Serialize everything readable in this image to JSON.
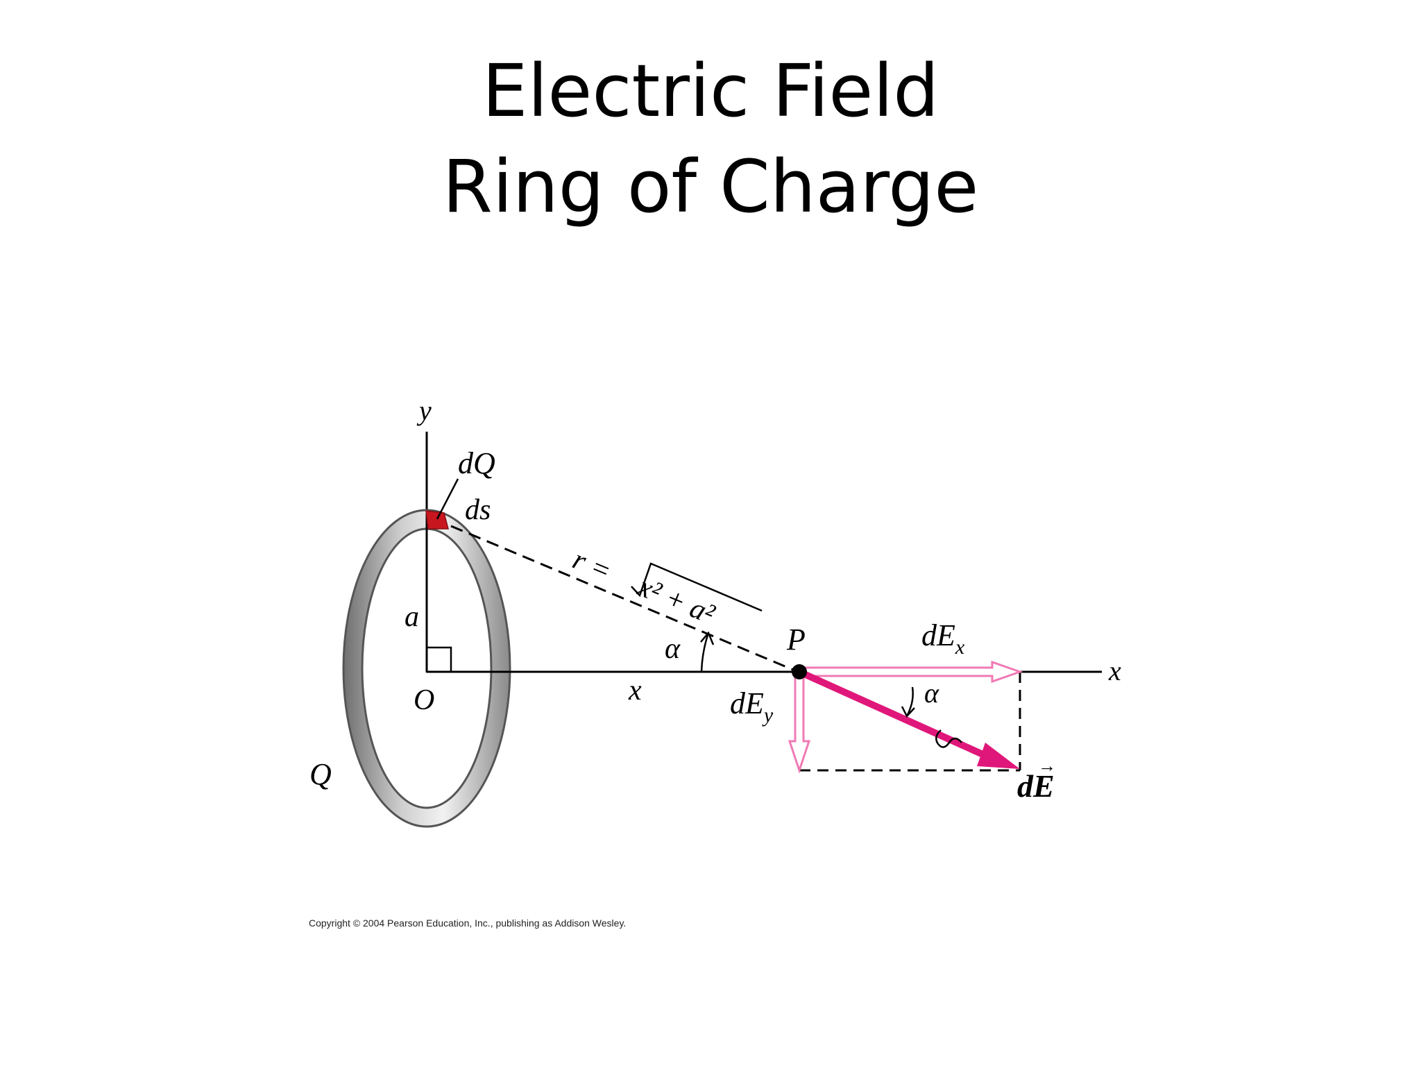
{
  "title": {
    "line1": "Electric Field",
    "line2": "Ring of Charge"
  },
  "labels": {
    "y_axis": "y",
    "x_axis": "x",
    "dQ": "dQ",
    "ds": "ds",
    "radius": "a",
    "origin": "O",
    "charge": "Q",
    "distance_x": "x",
    "r_prefix": "r = ",
    "r_radicand": "x² + a²",
    "alpha_left": "α",
    "alpha_right": "α",
    "point": "P",
    "dEx": "dE",
    "dEx_sub": "x",
    "dEy": "dE",
    "dEy_sub": "y",
    "dE": "dE",
    "dE_arrow": "→"
  },
  "colors": {
    "resultant_arrow": "#e0177a",
    "component_arrow": "#f07ab4",
    "charge_element": "#c8161e",
    "ring_outer": "#8a8a8a",
    "ring_inner": "#f4f4f4"
  },
  "copyright": "Copyright © 2004 Pearson Education, Inc., publishing as Addison Wesley."
}
